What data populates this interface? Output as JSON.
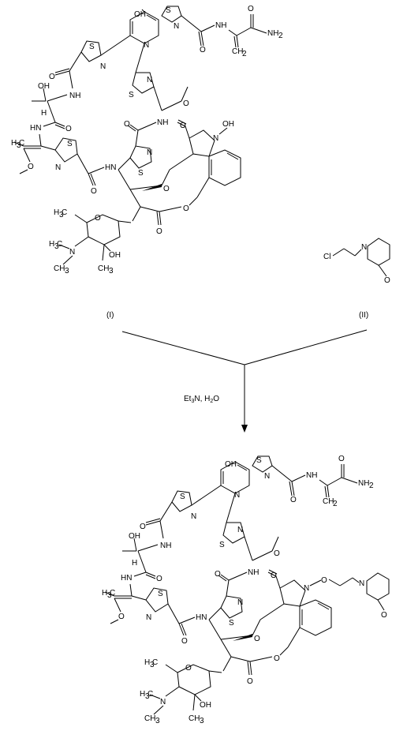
{
  "reaction": {
    "reactant_1": {
      "label": "(I)",
      "atoms": {
        "hydroxyl": "OH",
        "pyridine_n": "N",
        "thiazole_s": [
          "S",
          "S",
          "S",
          "S",
          "S"
        ],
        "thiazole_n": [
          "N",
          "N",
          "N",
          "N",
          "N"
        ],
        "amide_nh": [
          "NH",
          "NH",
          "HN",
          "HN",
          "NH"
        ],
        "amide_h": "H",
        "amide_o": [
          "O",
          "O",
          "O",
          "O",
          "O",
          "O"
        ],
        "terminal_amide": "NH",
        "nh2": "NH",
        "nh2_sub": "2",
        "ch2": "CH",
        "ch2_sub": "2",
        "ester_o": [
          "O",
          "O",
          "O",
          "O"
        ],
        "thr_oh": "OH",
        "methoxy_o": "O",
        "h3c_1": "H",
        "h3c_1_sub": "3",
        "h3c_1_c": "C",
        "indole_n": "N",
        "n_oh": "OH",
        "sugar_o": "O",
        "glyco_o": "O",
        "h3c_2": "H",
        "h3c_2_sub": "3",
        "h3c_2_c": "C",
        "dimethylamino_n": "N",
        "h3c_3": "H",
        "h3c_3_sub": "3",
        "h3c_3_c": "C",
        "ch3_1": "CH",
        "ch3_1_sub": "3",
        "oh_sugar": "OH",
        "ch3_2": "CH",
        "ch3_2_sub": "3"
      }
    },
    "reactant_2": {
      "label": "(II)",
      "atoms": {
        "cl": "Cl",
        "n": "N",
        "o": "O"
      }
    },
    "conditions": {
      "reagent_prefix": "Et",
      "reagent_sub": "3",
      "reagent_mid": "N, H",
      "reagent_sub2": "2",
      "reagent_suffix": "O"
    },
    "product": {
      "atoms": {
        "hydroxyl": "OH",
        "pyridine_n": "N",
        "thiazole_s": [
          "S",
          "S",
          "S",
          "S",
          "S"
        ],
        "thiazole_n": [
          "N",
          "N",
          "N",
          "N",
          "N"
        ],
        "amide_nh": [
          "NH",
          "NH",
          "HN",
          "HN",
          "NH"
        ],
        "amide_h": "H",
        "amide_o": [
          "O",
          "O",
          "O",
          "O",
          "O",
          "O"
        ],
        "terminal_amide": "NH",
        "nh2": "NH",
        "nh2_sub": "2",
        "ch2": "CH",
        "ch2_sub": "2",
        "ester_o": [
          "O",
          "O",
          "O",
          "O"
        ],
        "thr_oh": "OH",
        "methoxy_o": "O",
        "h3c_1": "H",
        "h3c_1_sub": "3",
        "h3c_1_c": "C",
        "indole_n": "N",
        "n_o": "O",
        "morph_n": "N",
        "morph_o": "O",
        "sugar_o": "O",
        "glyco_o": "O",
        "h3c_2": "H",
        "h3c_2_sub": "3",
        "h3c_2_c": "C",
        "dimethylamino_n": "N",
        "h3c_3": "H",
        "h3c_3_sub": "3",
        "h3c_3_c": "C",
        "ch3_1": "CH",
        "ch3_1_sub": "3",
        "oh_sugar": "OH",
        "ch3_2": "CH",
        "ch3_2_sub": "3"
      }
    }
  }
}
